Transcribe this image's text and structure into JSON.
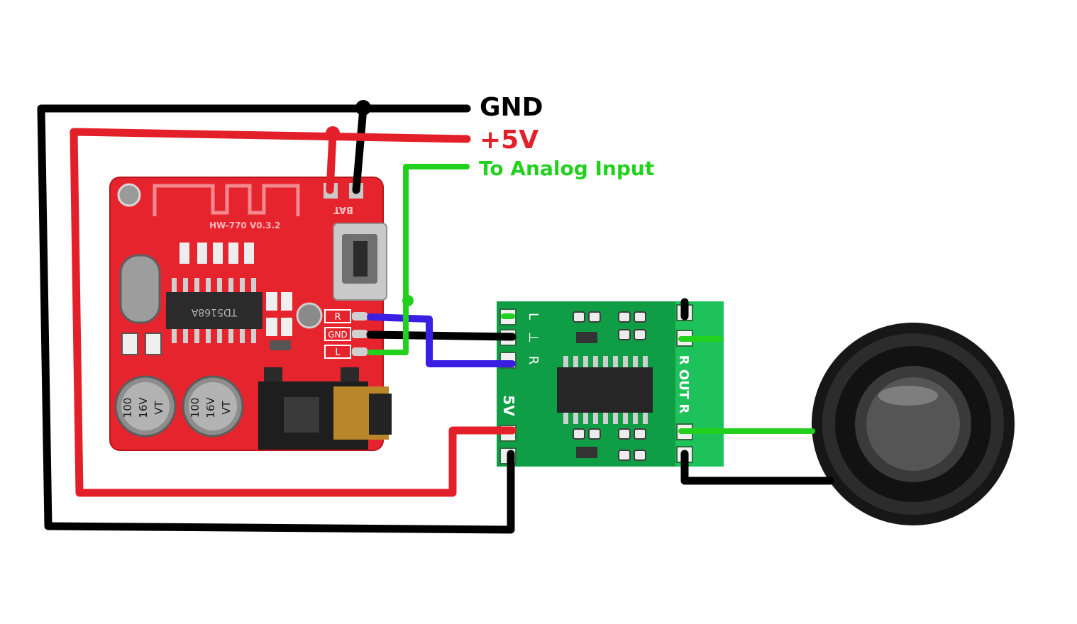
{
  "labels": {
    "gnd": "GND",
    "plus5v": "+5V",
    "analog": "To Analog Input"
  },
  "bt_module": {
    "model": "HW-770 V0.3.2",
    "bat": "BAT",
    "chip": "TD5168A",
    "cap_text_1": "100",
    "cap_text_2": "16V",
    "cap_text_3": "VT",
    "pin_r": "R",
    "pin_gnd": "GND",
    "pin_l": "L"
  },
  "amp_module": {
    "pin_l": "L",
    "pin_gnd": "⊥",
    "pin_r": "R",
    "pin_5v": "5V",
    "out_label": "R OUT R"
  },
  "colors": {
    "gnd_wire": "#000000",
    "power_wire": "#e3202a",
    "left_wire": "#22d11e",
    "right_wire": "#3a1fe3",
    "bt_board": "#e6242d",
    "amp_board": "#0f9e45"
  }
}
